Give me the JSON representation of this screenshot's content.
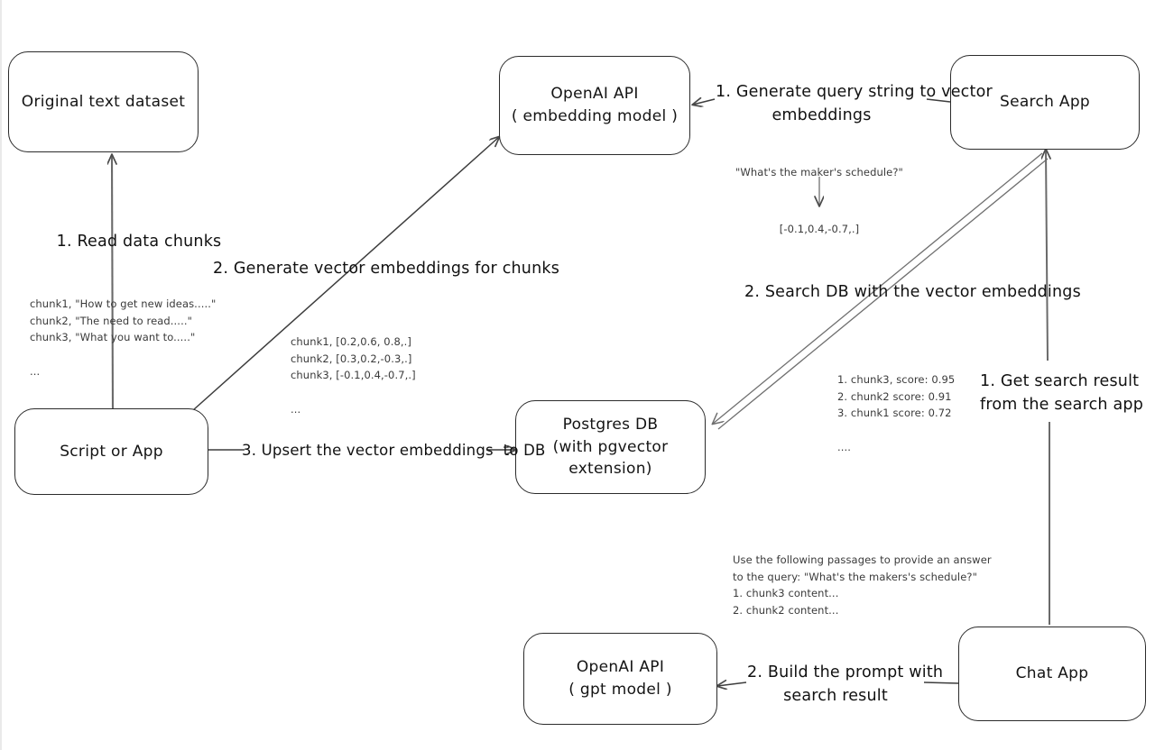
{
  "diagram": {
    "title": "Vector search and RAG pipeline",
    "stroke_color": "#2b2b2b",
    "arrow_color": "#4a4a4a",
    "background": "#ffffff",
    "nodes": [
      {
        "id": "original-text-dataset",
        "line1": "Original text dataset",
        "line2": ""
      },
      {
        "id": "openai-api-embedding",
        "line1": "OpenAI API",
        "line2": "( embedding model )"
      },
      {
        "id": "search-app",
        "line1": "Search App",
        "line2": ""
      },
      {
        "id": "script-or-app",
        "line1": "Script or App",
        "line2": ""
      },
      {
        "id": "postgres-db",
        "line1": "Postgres DB",
        "line2": "(with pgvector extension)"
      },
      {
        "id": "openai-api-gpt",
        "line1": "OpenAI API",
        "line2": "( gpt model )"
      },
      {
        "id": "chat-app",
        "line1": "Chat App",
        "line2": ""
      }
    ],
    "edge_labels": [
      {
        "id": "read-data-chunks",
        "text": "1. Read data chunks"
      },
      {
        "id": "generate-vector-embeddings",
        "text": "2. Generate vector embeddings for chunks"
      },
      {
        "id": "upsert-to-db",
        "text": "3. Upsert the vector embeddings  to DB"
      },
      {
        "id": "generate-query-string",
        "text": "1. Generate query string to vector\nembeddings"
      },
      {
        "id": "search-db",
        "text": "2. Search DB with the vector embeddings"
      },
      {
        "id": "get-search-result",
        "text": "1. Get search result\nfrom the search app"
      },
      {
        "id": "build-the-prompt",
        "text": "2. Build the prompt with\nsearch result"
      }
    ],
    "notes": [
      {
        "id": "source-chunks",
        "text": "chunk1, \"How to get new ideas.....\"\nchunk2, \"The need to read.....\"\nchunk3, \"What you want to.....\"\n\n..."
      },
      {
        "id": "chunk-embeddings",
        "text": "chunk1, [0.2,0.6, 0.8,.]\nchunk2, [0.3,0.2,-0.3,.]\nchunk3, [-0.1,0.4,-0.7,.]\n\n..."
      },
      {
        "id": "query-string",
        "text": "\"What's the maker's schedule?\""
      },
      {
        "id": "query-embedding",
        "text": "[-0.1,0.4,-0.7,.]"
      },
      {
        "id": "search-results",
        "text": "1. chunk3, score: 0.95\n2. chunk2 score: 0.91\n3. chunk1 score: 0.72\n\n...."
      },
      {
        "id": "prompt-text",
        "text": "Use the following passages to provide an answer\nto the query: \"What's the makers's schedule?\"\n1. chunk3 content...\n2. chunk2 content..."
      }
    ]
  }
}
